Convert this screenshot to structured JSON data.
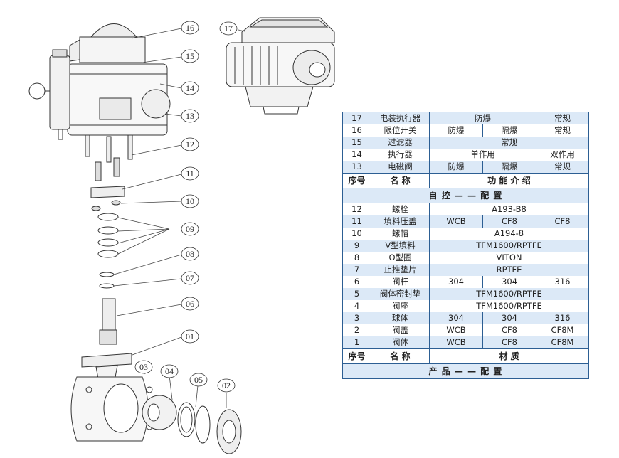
{
  "callouts": [
    "16",
    "17",
    "15",
    "14",
    "13",
    "12",
    "11",
    "10",
    "09",
    "08",
    "07",
    "06",
    "01",
    "03",
    "04",
    "05",
    "02"
  ],
  "table_top": {
    "rows": [
      {
        "no": "17",
        "name": "电装执行器",
        "cells": [
          "防爆",
          "常规"
        ]
      },
      {
        "no": "16",
        "name": "限位开关",
        "cells": [
          "防爆",
          "隔爆",
          "常规"
        ]
      },
      {
        "no": "15",
        "name": "过滤器",
        "cells": [
          "常规"
        ]
      },
      {
        "no": "14",
        "name": "执行器",
        "cells": [
          "单作用",
          "双作用"
        ]
      },
      {
        "no": "13",
        "name": "电磁阀",
        "cells": [
          "防爆",
          "隔爆",
          "常规"
        ]
      }
    ],
    "header": {
      "no": "序号",
      "name": "名 称",
      "func": "功 能 介 绍"
    },
    "section": "自 控 — — 配 置"
  },
  "table_bottom": {
    "rows": [
      {
        "no": "12",
        "name": "螺栓",
        "cells": [
          "A193-B8"
        ]
      },
      {
        "no": "11",
        "name": "填料压盖",
        "cells": [
          "WCB",
          "CF8",
          "CF8"
        ]
      },
      {
        "no": "10",
        "name": "螺帽",
        "cells": [
          "A194-8"
        ]
      },
      {
        "no": "9",
        "name": "V型填料",
        "cells": [
          "TFM1600/RPTFE"
        ]
      },
      {
        "no": "8",
        "name": "O型圈",
        "cells": [
          "VITON"
        ]
      },
      {
        "no": "7",
        "name": "止推垫片",
        "cells": [
          "RPTFE"
        ]
      },
      {
        "no": "6",
        "name": "阀杆",
        "cells": [
          "304",
          "304",
          "316"
        ]
      },
      {
        "no": "5",
        "name": "阀体密封垫",
        "cells": [
          "TFM1600/RPTFE"
        ]
      },
      {
        "no": "4",
        "name": "阀座",
        "cells": [
          "TFM1600/RPTFE"
        ]
      },
      {
        "no": "3",
        "name": "球体",
        "cells": [
          "304",
          "304",
          "316"
        ]
      },
      {
        "no": "2",
        "name": "阀盖",
        "cells": [
          "WCB",
          "CF8",
          "CF8M"
        ]
      },
      {
        "no": "1",
        "name": "阀体",
        "cells": [
          "WCB",
          "CF8",
          "CF8M"
        ]
      }
    ],
    "header": {
      "no": "序号",
      "name": "名 称",
      "mat": "材 质"
    },
    "section": "产 品 — — 配 置"
  }
}
